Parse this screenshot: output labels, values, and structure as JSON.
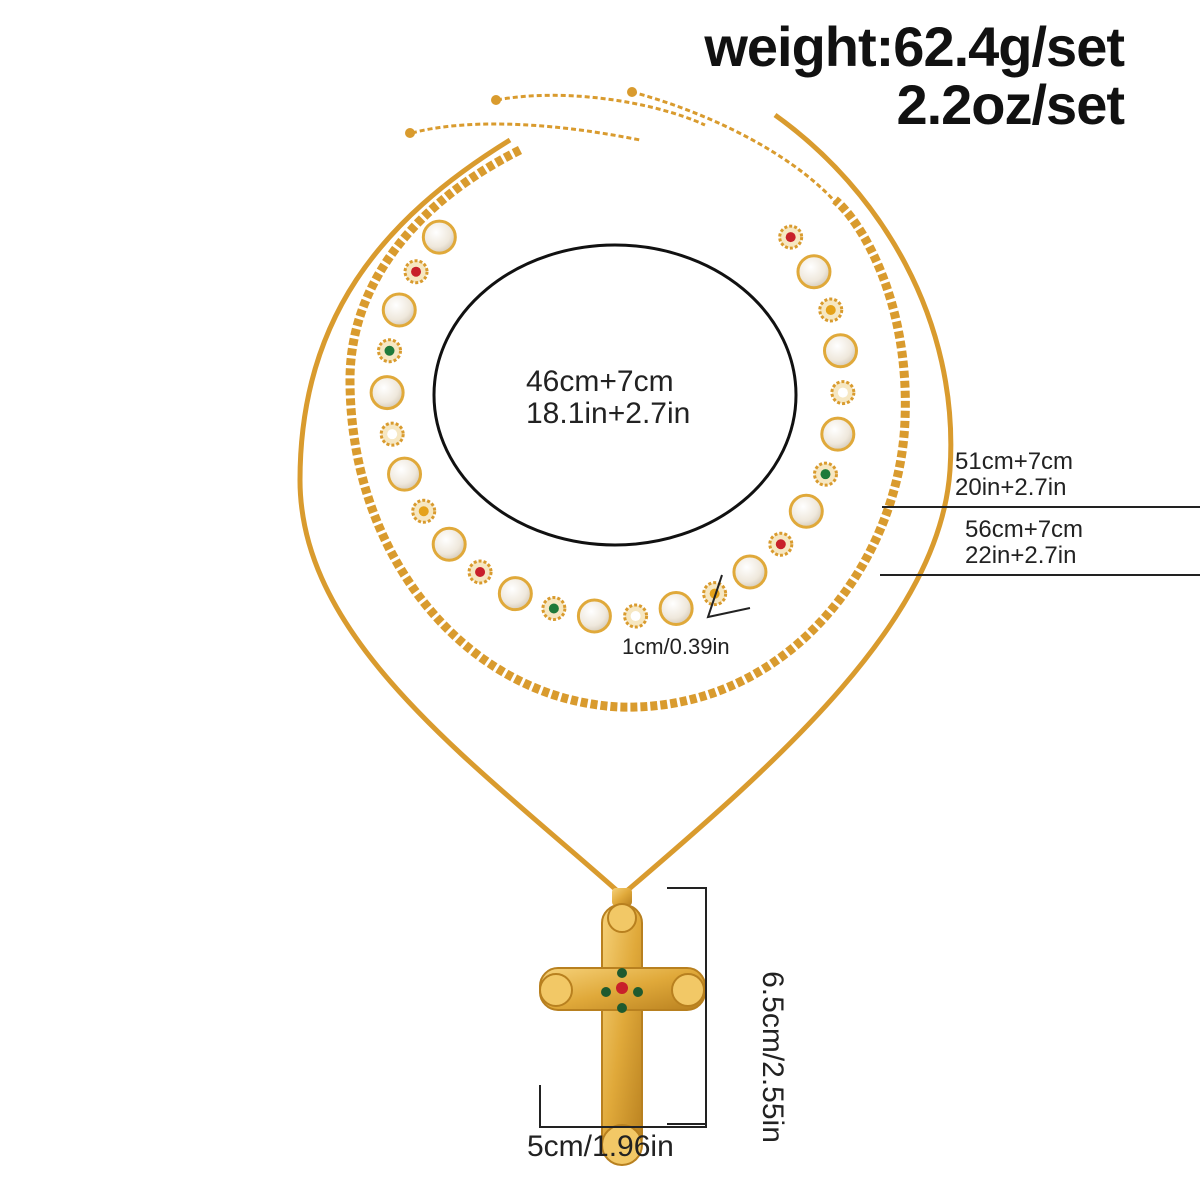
{
  "weight": {
    "grams": "weight:62.4g/set",
    "ounces": "2.2oz/set"
  },
  "labels": {
    "choker_cm": "46cm+7cm",
    "choker_in": "18.1in+2.7in",
    "mid_cm": "51cm+7cm",
    "mid_in": "20in+2.7in",
    "long_cm": "56cm+7cm",
    "long_in": "22in+2.7in",
    "pearl_size": "1cm/0.39in",
    "pendant_width": "5cm/1.96in",
    "pendant_height": "6.5cm/2.55in"
  },
  "colors": {
    "gold": "#e0a93a",
    "gold_dark": "#b8801f",
    "pearl": "#f4efe6",
    "gem_red": "#c8202a",
    "gem_green": "#1f7a3a",
    "gem_yellow": "#e5a21a"
  }
}
